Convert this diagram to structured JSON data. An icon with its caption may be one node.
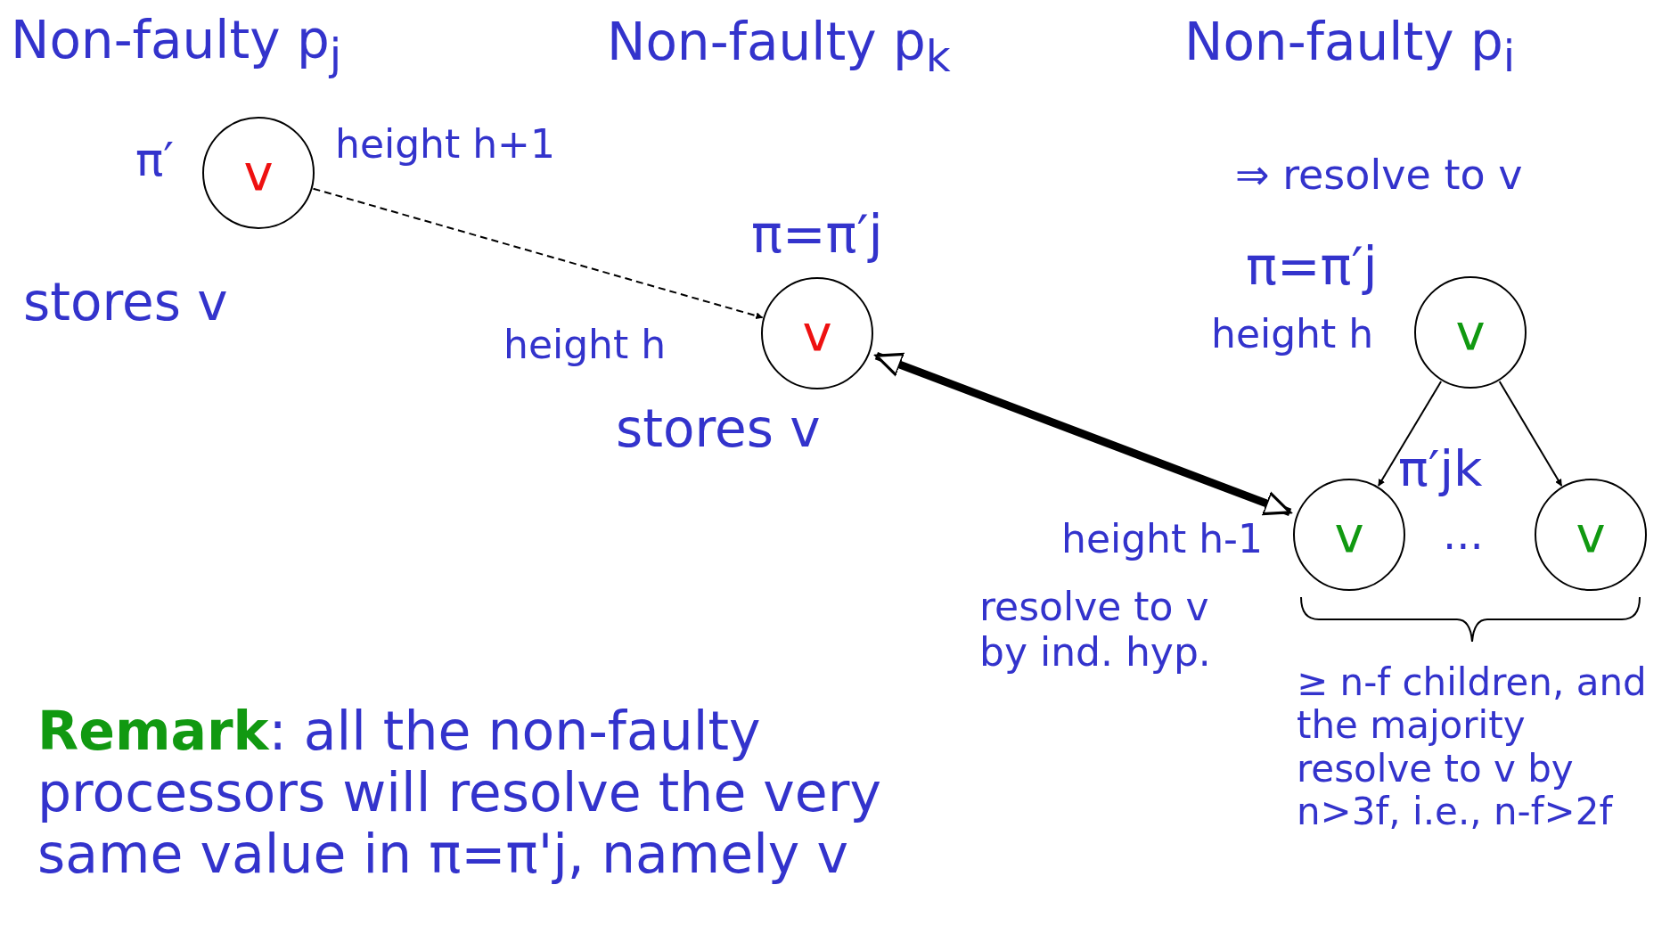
{
  "diagram": {
    "nodes": [
      {
        "text": [
          "v"
        ],
        "beside": [
          "π′",
          "height h+1",
          "stores v"
        ]
      },
      {
        "text": [
          "v"
        ],
        "beside": [
          "π=π′j",
          "height h",
          "stores v"
        ]
      },
      {
        "text": [
          "v"
        ],
        "beside": [
          "⇒ resolve to v",
          "π=π′j",
          "height h"
        ]
      },
      {
        "text": [
          "v"
        ],
        "beside": [
          "height h-1",
          "resolve to v by ind. hyp."
        ]
      },
      {
        "text": [
          "v"
        ]
      }
    ],
    "edges": [
      {
        "from": 0,
        "to": 1,
        "arrow": "to",
        "style": "dashed"
      },
      {
        "from": 1,
        "to": 3,
        "arrow": "both",
        "style": "thick"
      },
      {
        "from": 2,
        "to": 3,
        "arrow": "to"
      },
      {
        "from": 2,
        "to": 4,
        "arrow": "to"
      }
    ],
    "labels": [
      "Non-faulty p$_{j}$",
      "Non-faulty p$_{k}$",
      "Non-faulty p$_{i}$",
      "π′jk",
      "...",
      "≥ n-f children, and the majority resolve to v by n>3f, i.e., n-f>2f",
      "**Remark**: all the non-faulty processors will resolve the very same value in π=π'j, namely v"
    ]
  }
}
